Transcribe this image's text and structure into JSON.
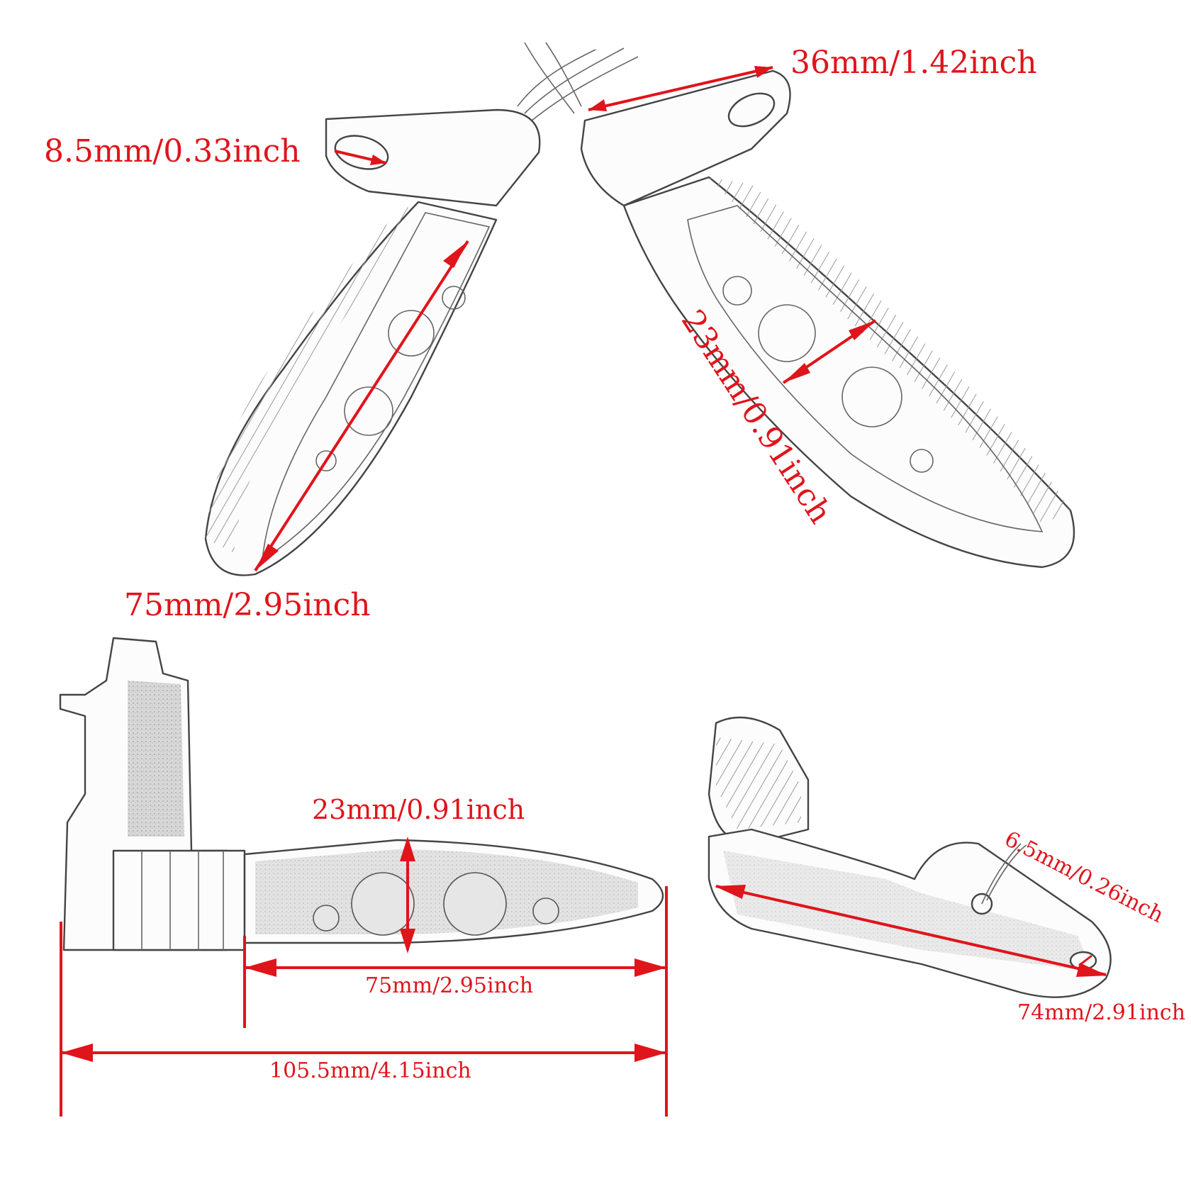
{
  "labels": {
    "top_bracket_width": "36mm/1.42inch",
    "top_hole_diameter": "8.5mm/0.33inch",
    "top_diameter": "23mm/0.91inch",
    "top_lens_length": "75mm/2.95inch",
    "side_diameter": "23mm/0.91inch",
    "side_lens_length": "75mm/2.95inch",
    "side_total_length": "105.5mm/4.15inch",
    "stem_hole_diameter": "6.5mm/0.26inch",
    "stem_length": "74mm/2.91inch"
  },
  "colors": {
    "dimension": "#e0141b",
    "outline": "#444444",
    "background": "#ffffff"
  }
}
